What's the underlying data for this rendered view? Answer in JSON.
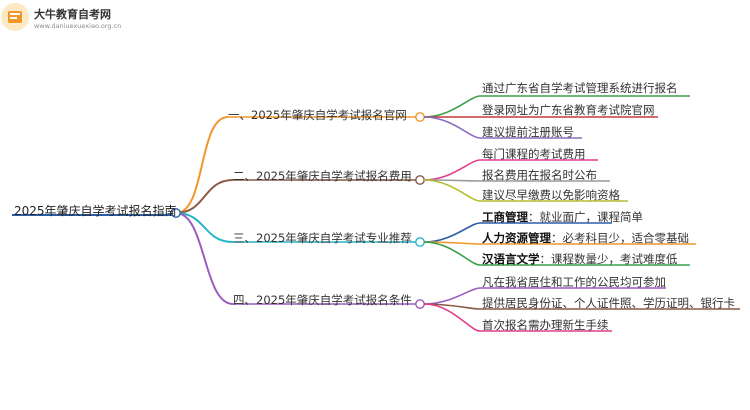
{
  "brand": {
    "name": "大牛教育自考网",
    "url": "www.daniuexuexiao.org.cn"
  },
  "root": {
    "label": "2025年肇庆自学考试报名指南"
  },
  "branches": [
    {
      "label": "一、2025年肇庆自学考试报名官网",
      "color": "#f2962a",
      "leaves": [
        {
          "text": "通过广东省自学考试管理系统进行报名",
          "color": "#3aa04a"
        },
        {
          "text": "登录网址为广东省教育考试院官网",
          "color": "#c23b3b"
        },
        {
          "text": "建议提前注册账号",
          "color": "#8f6bbf"
        }
      ]
    },
    {
      "label": "二、2025年肇庆自学考试报名费用",
      "color": "#8a5a45",
      "leaves": [
        {
          "text": "每门课程的考试费用",
          "color": "#e23d8a"
        },
        {
          "text": "报名费用在报名时公布",
          "color": "#9a9a9a"
        },
        {
          "text": "建议尽早缴费以免影响资格",
          "color": "#b5be2e"
        }
      ]
    },
    {
      "label": "三、2025年肇庆自学考试专业推荐",
      "color": "#24b6c9",
      "leaves": [
        {
          "bold": "工商管理",
          "text": "：就业面广，课程简单",
          "color": "#2a5fa8"
        },
        {
          "bold": "人力资源管理",
          "text": "：必考科目少，适合零基础",
          "color": "#f2962a"
        },
        {
          "bold": "汉语言文学",
          "text": "：课程数量少，考试难度低",
          "color": "#3aa04a"
        }
      ]
    },
    {
      "label": "四、2025年肇庆自学考试报名条件",
      "color": "#9b5bbf",
      "leaves": [
        {
          "text": "凡在我省居住和工作的公民均可参加",
          "color": "#9b5bbf"
        },
        {
          "text": "提供居民身份证、个人证件照、学历证明、银行卡",
          "color": "#8a5a45"
        },
        {
          "text": "首次报名需办理新生手续",
          "color": "#e23d8a"
        }
      ]
    }
  ]
}
